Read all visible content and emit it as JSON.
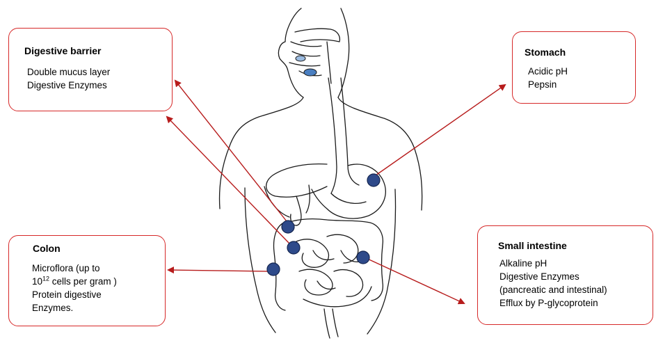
{
  "boxes": {
    "digestive_barrier": {
      "title": "Digestive barrier",
      "lines": [
        "Double mucus layer",
        "Digestive Enzymes"
      ]
    },
    "stomach": {
      "title": "Stomach",
      "lines": [
        "Acidic pH",
        "Pepsin"
      ]
    },
    "colon": {
      "title": "Colon",
      "line1": "Microflora (up to",
      "line2_base": "10",
      "line2_sup": "12",
      "line2_rest": " cells per gram )",
      "line3": "Protein digestive",
      "line4": "Enzymes."
    },
    "small_intestine": {
      "title": "Small intestine",
      "lines": [
        "Alkaline pH",
        "Digestive Enzymes",
        "(pancreatic and intestinal)",
        "Efflux by P-glycoprotein"
      ]
    }
  },
  "colors": {
    "box_border": "#d62828",
    "arrow": "#b71c1c",
    "marker_fill": "#2e4a8a",
    "marker_stroke": "#14254f",
    "outline": "#1a1a1a",
    "oral_detail": "#4a7fc1"
  }
}
